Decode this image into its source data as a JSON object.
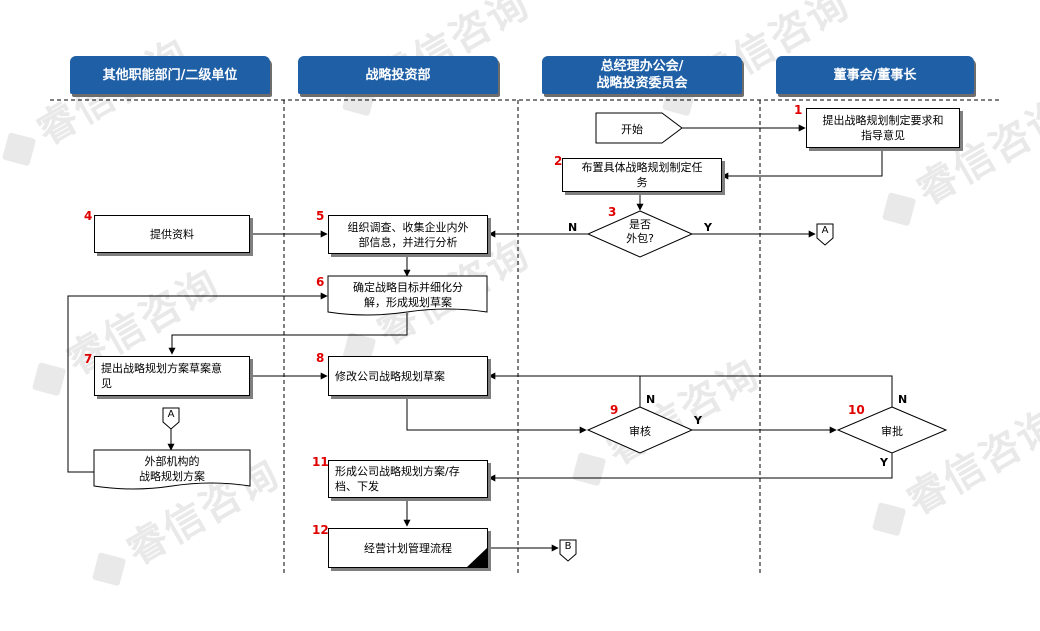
{
  "watermark": "睿信咨询",
  "lanes": [
    "其他职能部门/二级单位",
    "战略投资部",
    "总经理办公会/\n战略投资委员会",
    "董事会/董事长"
  ],
  "steps": {
    "start": "开始",
    "s1": {
      "num": "1",
      "text": "提出战略规划制定要求和\n指导意见"
    },
    "s2": {
      "num": "2",
      "text": "布置具体战略规划制定任\n务"
    },
    "s3": {
      "num": "3",
      "text": "是否\n外包?"
    },
    "s4": {
      "num": "4",
      "text": "提供资料"
    },
    "s5": {
      "num": "5",
      "text": "组织调查、收集企业内外\n部信息，并进行分析"
    },
    "s6": {
      "num": "6",
      "text": "确定战略目标并细化分\n解，形成规划草案"
    },
    "s7": {
      "num": "7",
      "text": "提出战略规划方案草案意\n见"
    },
    "s8": {
      "num": "8",
      "text": "修改公司战略规划草案"
    },
    "s9": {
      "num": "9",
      "text": "审核"
    },
    "s10": {
      "num": "10",
      "text": "审批"
    },
    "s11": {
      "num": "11",
      "text": "形成公司战略规划方案/存\n档、下发"
    },
    "s12": {
      "num": "12",
      "text": "经营计划管理流程"
    },
    "ext": "外部机构的\n战略规划方案"
  },
  "connectors": {
    "a": "A",
    "b": "B"
  },
  "labels": {
    "n": "N",
    "y": "Y"
  },
  "colors": {
    "header": "#1f5fa6",
    "step_number": "#e00000"
  }
}
